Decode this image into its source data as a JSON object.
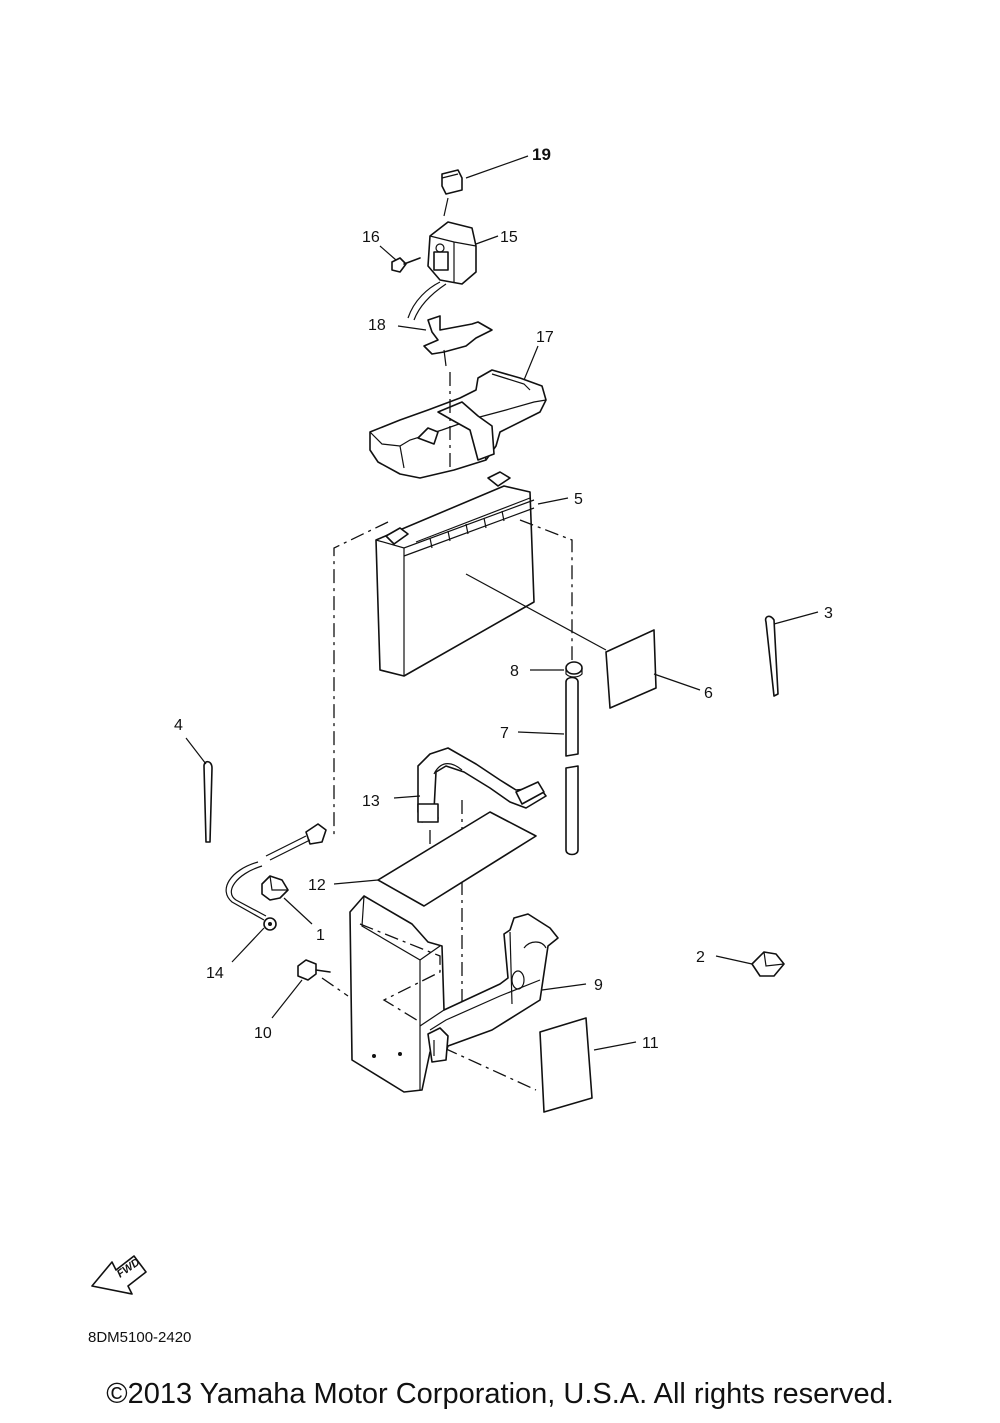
{
  "diagram_code": "8DM5100-2420",
  "fwd_label": "FWD",
  "copyright": "©2013 Yamaha Motor Corporation, U.S.A. All rights reserved.",
  "callouts": {
    "p1": "1",
    "p2": "2",
    "p3": "3",
    "p4": "4",
    "p5": "5",
    "p6": "6",
    "p7": "7",
    "p8": "8",
    "p9": "9",
    "p10": "10",
    "p11": "11",
    "p12": "12",
    "p13": "13",
    "p14": "14",
    "p15": "15",
    "p16": "16",
    "p17": "17",
    "p18": "18",
    "p19": "19"
  }
}
